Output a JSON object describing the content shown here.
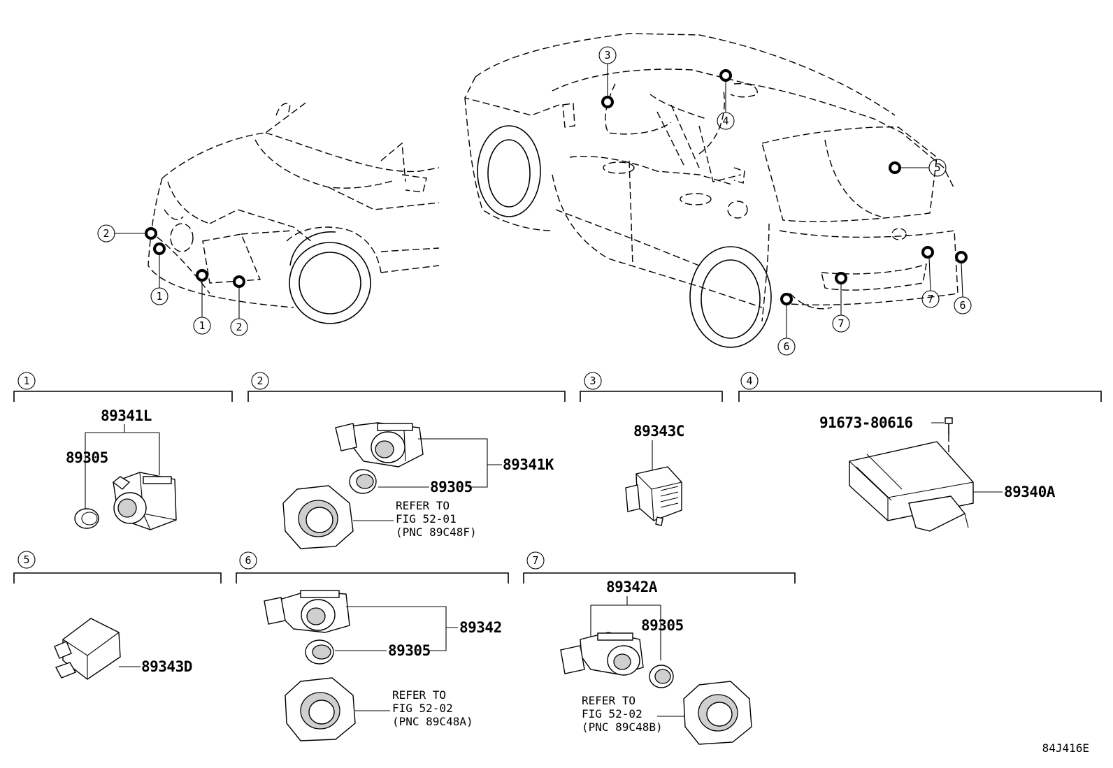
{
  "figure_code": "84J416E",
  "callouts": [
    "1",
    "2",
    "3",
    "4",
    "5",
    "6",
    "7"
  ],
  "sections": [
    {
      "id": "1",
      "parts": [
        "89341L",
        "89305"
      ]
    },
    {
      "id": "2",
      "parts": [
        "89341K",
        "89305"
      ],
      "refer": [
        "REFER TO",
        "FIG 52-01",
        "(PNC 89C48F)"
      ]
    },
    {
      "id": "3",
      "parts": [
        "89343C"
      ]
    },
    {
      "id": "4",
      "parts": [
        "91673-80616",
        "89340A"
      ]
    },
    {
      "id": "5",
      "parts": [
        "89343D"
      ]
    },
    {
      "id": "6",
      "parts": [
        "89342",
        "89305"
      ],
      "refer": [
        "REFER TO",
        "FIG 52-02",
        "(PNC 89C48A)"
      ]
    },
    {
      "id": "7",
      "parts": [
        "89342A",
        "89305"
      ],
      "refer": [
        "REFER TO",
        "FIG 52-02",
        "(PNC 89C48B)"
      ]
    }
  ]
}
